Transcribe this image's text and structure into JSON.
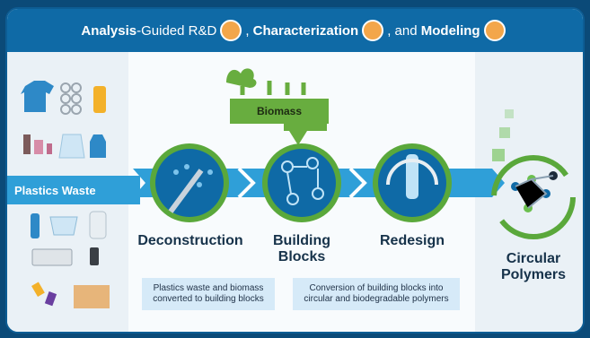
{
  "header": {
    "part1_bold": "Analysis",
    "part1_rest": "-Guided R&D",
    "sep1": ",",
    "part2_bold": "Characterization",
    "sep2": ", and",
    "part3_bold": "Modeling"
  },
  "biomass_label": "Biomass",
  "plastics_label": "Plastics Waste",
  "stages": [
    {
      "label": "Deconstruction"
    },
    {
      "label_line1": "Building",
      "label_line2": "Blocks"
    },
    {
      "label": "Redesign"
    }
  ],
  "outcome": {
    "line1": "Circular",
    "line2": "Polymers"
  },
  "descriptions": [
    {
      "line1": "Plastics waste and biomass",
      "line2": "converted to building blocks"
    },
    {
      "line1": "Conversion of building blocks into",
      "line2": "circular and biodegradable polymers"
    }
  ],
  "colors": {
    "header_bg": "#0f6aa6",
    "arrow_blue": "#2f9fd8",
    "circle_green": "#5aa83b",
    "biomass_green": "#68ad3f",
    "desc_bg": "#d6eaf8",
    "frame": "#0b4a78"
  },
  "icons": [
    "analysis-icon",
    "characterization-icon",
    "modeling-icon",
    "tshirt-icon",
    "bottle-icon",
    "bag-icon",
    "keyboard-icon",
    "phone-icon",
    "box-icon",
    "tree-icon",
    "molecule-icon",
    "zipper-icon",
    "recycle-arrows-icon"
  ]
}
